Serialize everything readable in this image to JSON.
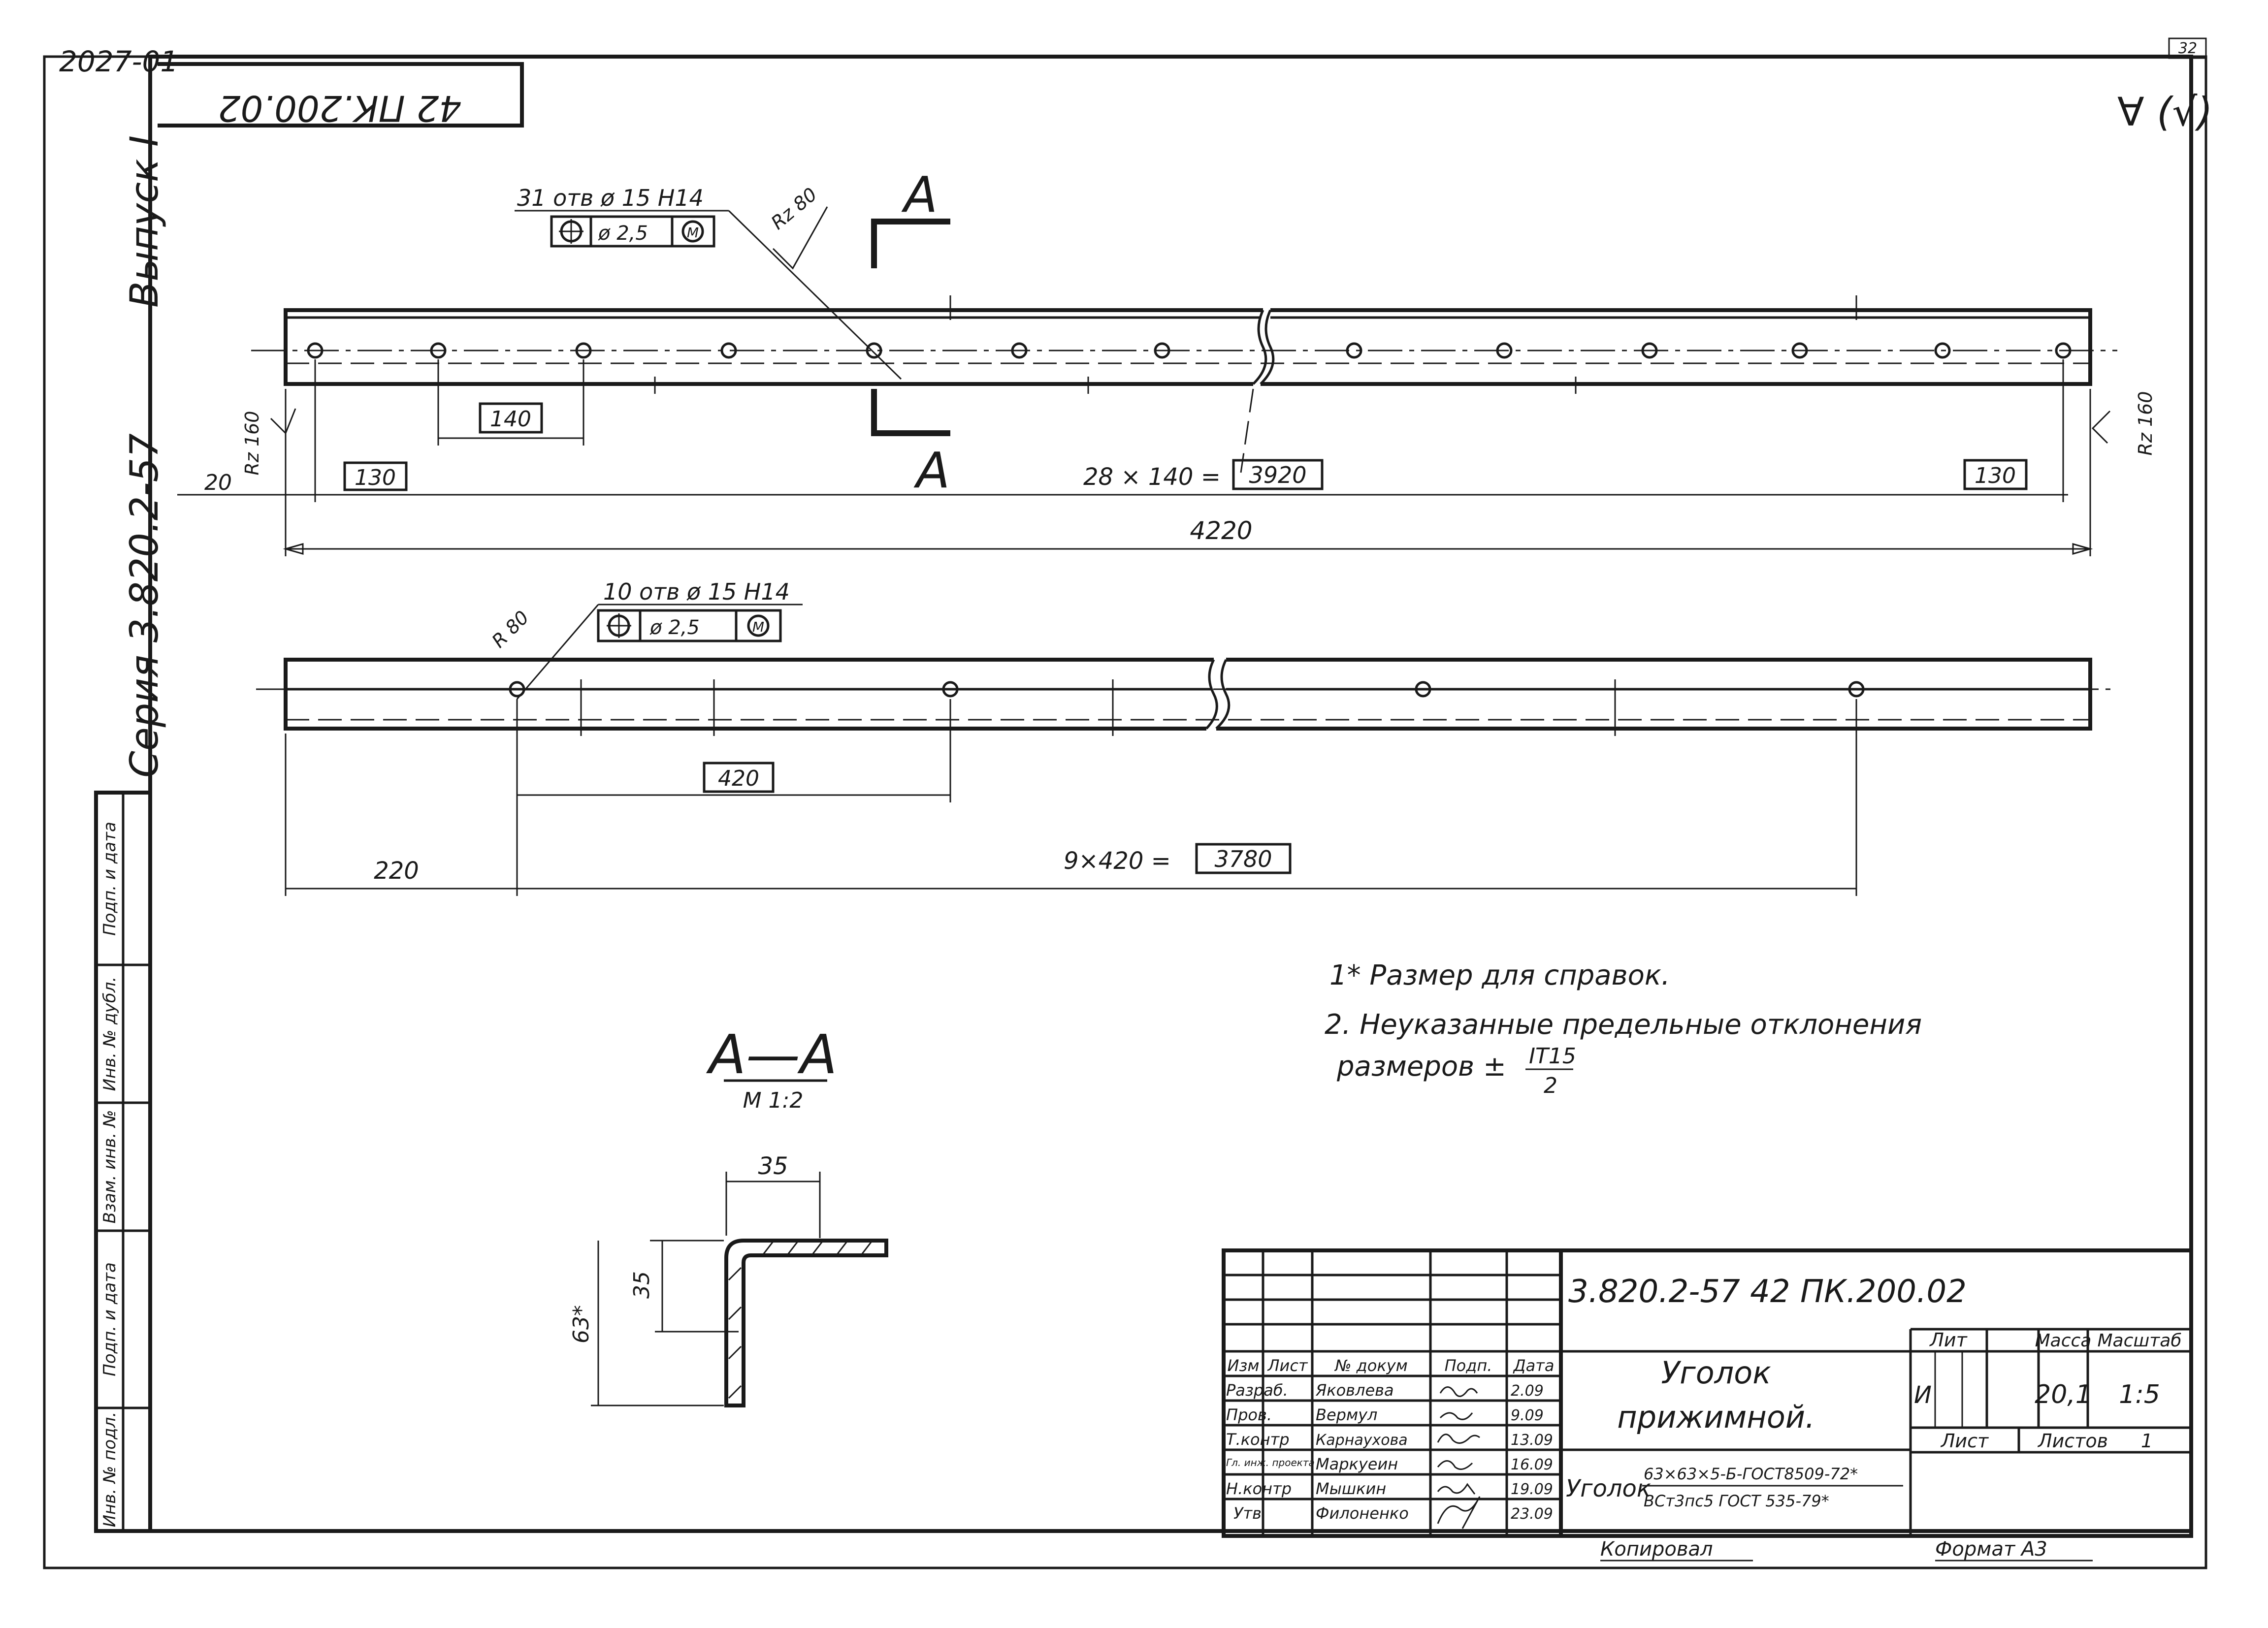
{
  "sheet": {
    "corner_code": "2027-01",
    "page_number": "32",
    "top_stamp_inverted": "42 ПК.200.02",
    "series_label": "Серия 3.820.2-57",
    "issue_label": "Выпуск I",
    "roughness_symbol": "∀ (√)"
  },
  "left_strip": {
    "labels": [
      "Инв. № подл.",
      "Подп. и дата",
      "Взам. инв. №",
      "Инв. № дубл.",
      "Подп. и дата"
    ]
  },
  "view_top": {
    "holes_note": "31 отв ø 15 H14",
    "position_tolerance": "ø 2,5",
    "roughness_note": "Rz 80",
    "section_letter": "A",
    "dim_pitch_boxed": "140",
    "dim_left_gap": "20",
    "dim_left_edge_boxed": "130",
    "dim_chain_prefix": "28 × 140 =",
    "dim_chain_boxed": "3920",
    "dim_right_edge_boxed": "130",
    "dim_total": "4220",
    "roughness_left": "Rz 160",
    "roughness_right": "Rz 160"
  },
  "view_bottom": {
    "holes_note": "10 отв ø 15 H14",
    "position_tolerance": "ø 2,5",
    "roughness_note": "R 80",
    "dim_pitch_boxed": "420",
    "dim_start": "220",
    "dim_chain_prefix": "9×420 =",
    "dim_chain_boxed": "3780"
  },
  "section": {
    "title": "A—A",
    "scale": "M 1:2",
    "dim_flange": "35",
    "dim_inner": "35",
    "dim_height": "63*"
  },
  "notes": {
    "line1": "1* Размер для справок.",
    "line2": "2. Неуказанные предельные отклонения",
    "line3_prefix": "размеров ±",
    "line3_numerator": "IT15",
    "line3_denominator": "2"
  },
  "title_block": {
    "doc_code": "3.820.2-57    42 ПК.200.02",
    "headers": [
      "Изм",
      "Лист",
      "№ докум",
      "Подп.",
      "Дата"
    ],
    "rows": [
      {
        "role": "Разраб.",
        "name": "Яковлева",
        "date": "2.09"
      },
      {
        "role": "Пров.",
        "name": "Вермул",
        "date": "9.09"
      },
      {
        "role": "Т.контр",
        "name": "Карнаухова",
        "date": "13.09"
      },
      {
        "role": "Гл. инж. проекта",
        "name": "Маркуеин",
        "date": "16.09"
      },
      {
        "role": "Н.контр",
        "name": "Мышкин",
        "date": "19.09"
      },
      {
        "role": "Утв",
        "name": "Филоненко",
        "date": "23.09"
      }
    ],
    "product_name_line1": "Уголок",
    "product_name_line2": "прижимной.",
    "material_prefix": "Уголок",
    "material_numerator": "63×63×5-Б-ГОСТ8509-72*",
    "material_denominator": "ВСт3пс5 ГОСТ 535-79*",
    "lit_label": "Лит",
    "mass_label": "Масса",
    "scale_label": "Масштаб",
    "lit_value": "И",
    "mass_value": "20,1",
    "scale_value": "1:5",
    "sheet_label": "Лист",
    "sheets_label": "Листов",
    "sheets_value": "1",
    "copied_label": "Копировал",
    "format_label": "Формат А3"
  }
}
